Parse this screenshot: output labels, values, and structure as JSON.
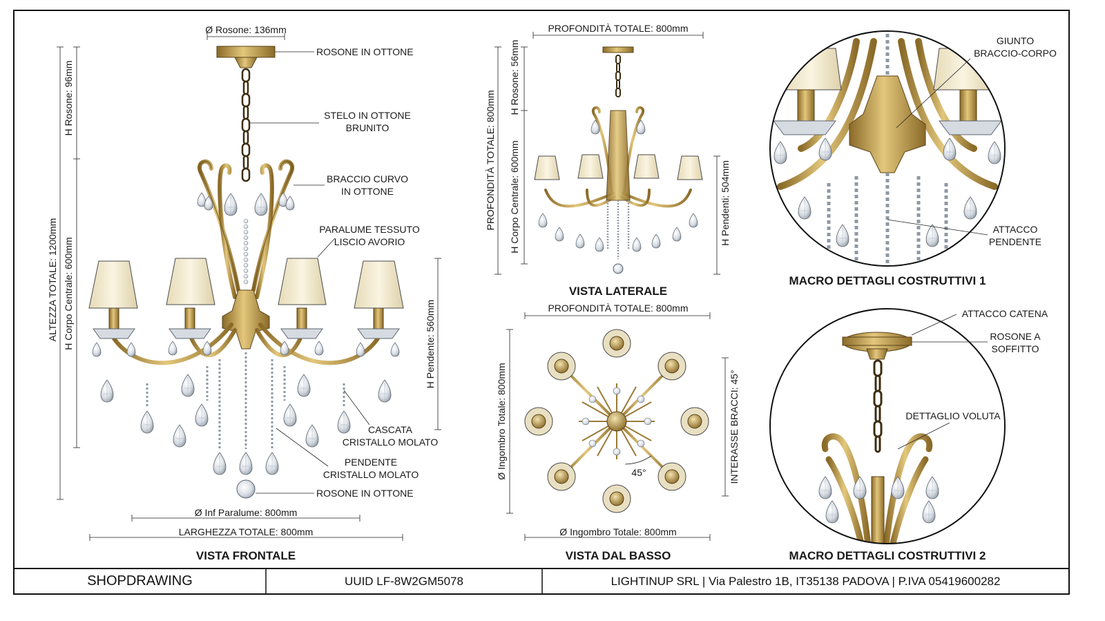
{
  "title_block": {
    "doc_type": "SHOPDRAWING",
    "uuid": "UUID LF-8W2GM5078",
    "company": "LIGHTINUP SRL | Via Palestro 1B, IT35138 PADOVA | P.IVA 05419600282"
  },
  "views": {
    "front": "VISTA FRONTALE",
    "side": "VISTA LATERALE",
    "bottom": "VISTA DAL BASSO",
    "macro1": "MACRO DETTAGLI COSTRUTTIVI 1",
    "macro2": "MACRO DETTAGLI COSTRUTTIVI 2"
  },
  "front_labels": {
    "rosone_top": "ROSONE IN OTTONE",
    "stelo": [
      "STELO IN OTTONE",
      "BRUNITO"
    ],
    "braccio": [
      "BRACCIO CURVO",
      "IN OTTONE"
    ],
    "paralume": [
      "PARALUME TESSUTO",
      "LISCIO AVORIO"
    ],
    "cascata": [
      "CASCATA",
      "CRISTALLO MOLATO"
    ],
    "pendente": [
      "PENDENTE",
      "CRISTALLO MOLATO"
    ],
    "rosone_bottom": "ROSONE IN OTTONE"
  },
  "front_dims": {
    "rosone_diam": "Ø Rosone: 136mm",
    "h_rosone": "H Rosone: 96mm",
    "h_totale": "ALTEZZA TOTALE: 1200mm",
    "h_corpo": "H Corpo Centrale: 600mm",
    "h_pendente": "H Pendente: 560mm",
    "inf_paralume": "Ø Inf Paralume: 800mm",
    "larghezza": "LARGHEZZA TOTALE: 800mm"
  },
  "side_dims": {
    "profondita": "PROFONDITÀ TOTALE: 800mm",
    "profondita_v": "PROFONDITÀ TOTALE: 800mm",
    "h_rosone": "H Rosone: 56mm",
    "h_corpo": "H Corpo Centrale: 600mm",
    "h_pendenti": "H Pendenti: 504mm"
  },
  "bottom_dims": {
    "profondita": "PROFONDITÀ TOTALE: 800mm",
    "ingombro_v": "Ø Ingombro Totale: 800mm",
    "interasse": "INTERASSE BRACCI: 45°",
    "angle": "45°",
    "ingombro_h": "Ø Ingombro Totale: 800mm"
  },
  "macro1_labels": {
    "giunto": [
      "GIUNTO",
      "BRACCIO-CORPO"
    ],
    "attacco": [
      "ATTACCO",
      "PENDENTE"
    ]
  },
  "macro2_labels": {
    "catena": "ATTACCO CATENA",
    "rosone": [
      "ROSONE A",
      "SOFFITTO"
    ],
    "voluta": "DETTAGLIO VOLUTA"
  },
  "colors": {
    "brass": "#b8913f",
    "brass_dark": "#7a5c1e",
    "brass_light": "#e3c77c",
    "shade": "#f1e8cc",
    "crystal": "#dfe4ea",
    "line": "#1a1a1a"
  }
}
